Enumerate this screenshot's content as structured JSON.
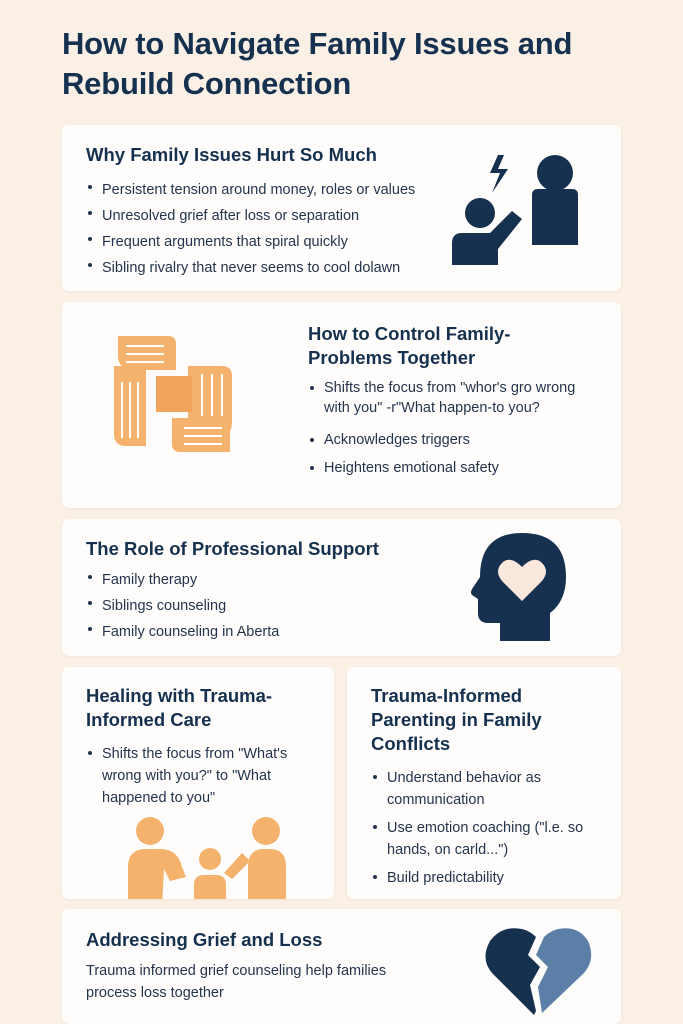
{
  "title": "How to Navigate Family Issues and Rebuild Connection",
  "sections": {
    "why_hurt": {
      "heading": "Why Family Issues Hurt So Much",
      "items": [
        "Persistent tension around money, roles or values",
        "Unresolved grief after loss or separation",
        "Frequent arguments that spiral quickly",
        "Sibling rivalry that never seems to cool dolawn"
      ],
      "icon": "conflict-people-icon"
    },
    "control": {
      "heading": "How to Control Family-Problems Together",
      "items": [
        "Shifts the focus from \"whor's gro wrong with you\" -r\"What happen-to you?",
        "Acknowledges triggers",
        "Heightens emotional safety"
      ],
      "icon": "joined-hands-icon"
    },
    "professional": {
      "heading": "The Role of Professional Support",
      "items": [
        "Family therapy",
        "Siblings counseling",
        "Family counseling in Aberta"
      ],
      "icon": "head-heart-icon"
    },
    "healing": {
      "heading": "Healing with Trauma-Informed Care",
      "items": [
        "Shifts the focus from \"What's wrong with you?\" to \"What happened to you\""
      ],
      "icon": "family-icon"
    },
    "parenting": {
      "heading": "Trauma-Informed Parenting in Family Conflicts",
      "items": [
        "Understand behavior as communication",
        "Use emotion coaching (\"l.e. so hands, on carld...\")",
        "Build predictability"
      ]
    },
    "grief": {
      "heading": "Addressing Grief and Loss",
      "body": "Trauma informed grief counseling help families process loss together",
      "icon": "broken-heart-icon"
    }
  },
  "colors": {
    "background": "#fbf0e6",
    "card": "#fffdfb",
    "navy": "#16304f",
    "orange": "#f4b26d",
    "blue": "#5c7fa8"
  }
}
